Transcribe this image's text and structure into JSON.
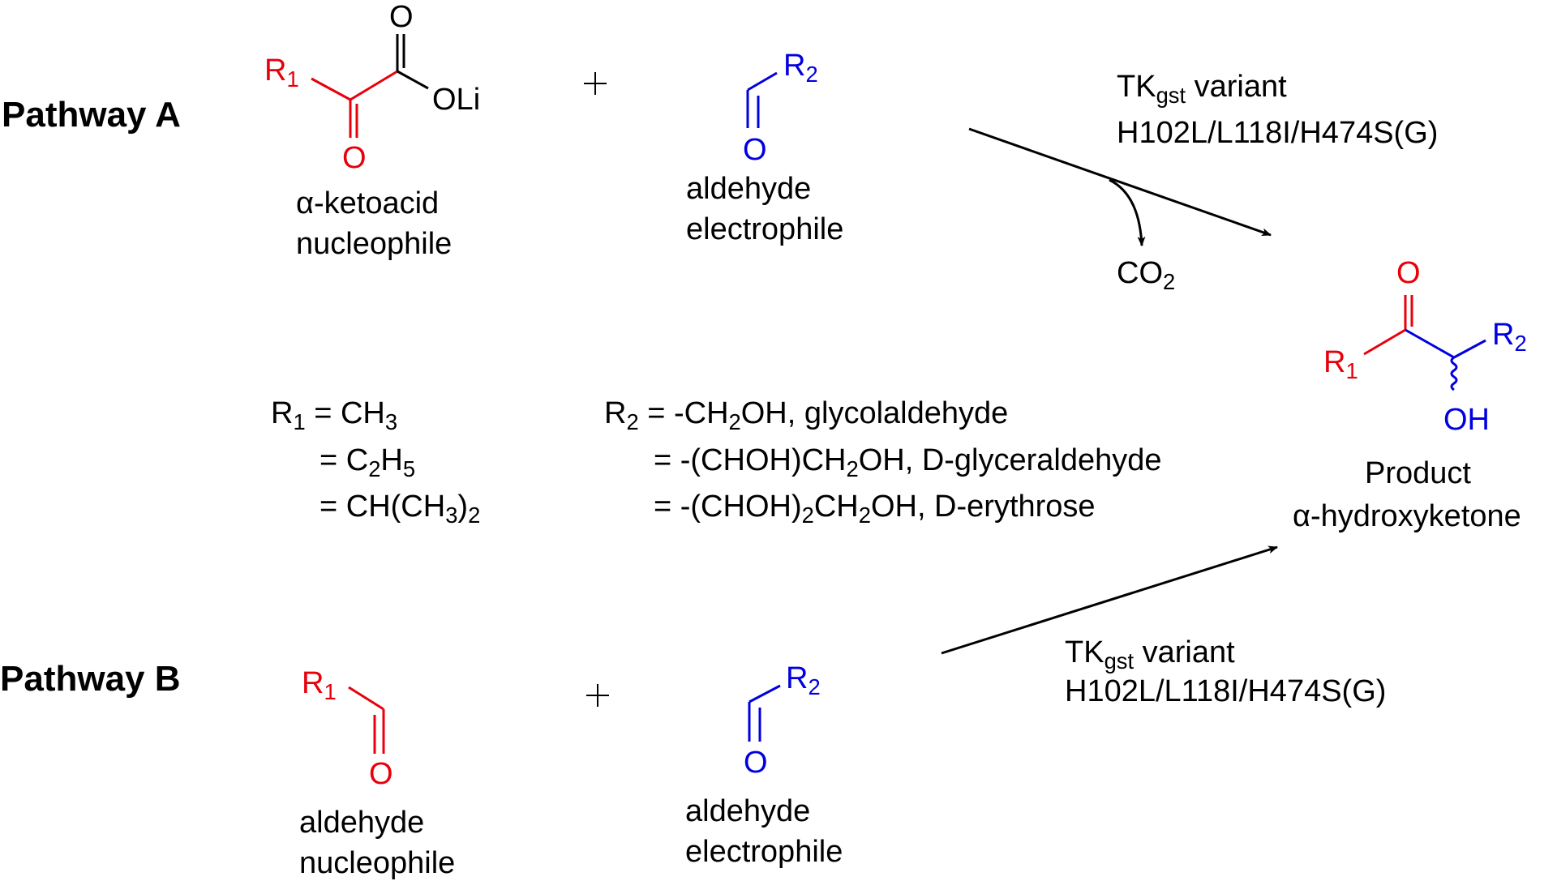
{
  "colors": {
    "nucleophile": "#e8000b",
    "electrophile": "#0000e0",
    "default": "#000000"
  },
  "pathway_a": {
    "label": "Pathway A",
    "nucleophile": {
      "r_group": "R",
      "r_sub": "1",
      "keto_oxygen": "O",
      "acid_oxygen": "O",
      "salt": "OLi",
      "caption_line1": "α-ketoacid",
      "caption_line2": "nucleophile"
    },
    "plus": "+",
    "electrophile": {
      "r_group": "R",
      "r_sub": "2",
      "oxygen": "O",
      "caption_line1": "aldehyde",
      "caption_line2": "electrophile"
    },
    "catalyst": {
      "name": "TK",
      "name_sub": "gst",
      "name_suffix": " variant",
      "mutations": "H102L/L118I/H474S(G)"
    },
    "byproduct": {
      "formula": "CO",
      "sub": "2"
    }
  },
  "substituents": {
    "r1": {
      "label": "R",
      "label_sub": "1",
      "rows": [
        {
          "parts": [
            " = CH",
            "3"
          ]
        },
        {
          "parts": [
            "= C",
            "2",
            "H",
            "5"
          ]
        },
        {
          "parts": [
            "= CH(CH",
            "3",
            ")",
            "2"
          ]
        }
      ]
    },
    "r2": {
      "label": "R",
      "label_sub": "2",
      "rows": [
        {
          "parts": [
            " = -CH",
            "2",
            "OH, glycolaldehyde"
          ]
        },
        {
          "parts": [
            "= -(CHOH)CH",
            "2",
            "OH, D-glyceraldehyde"
          ]
        },
        {
          "parts": [
            "= -(CHOH)",
            "2",
            "CH",
            "2",
            "OH, D-erythrose"
          ]
        }
      ]
    }
  },
  "product": {
    "oxygen": "O",
    "r1": "R",
    "r1_sub": "1",
    "r2": "R",
    "r2_sub": "2",
    "hydroxyl": "OH",
    "caption_line1": "Product",
    "caption_line2": "α-hydroxyketone"
  },
  "pathway_b": {
    "label": "Pathway B",
    "nucleophile": {
      "r_group": "R",
      "r_sub": "1",
      "oxygen": "O",
      "caption_line1": "aldehyde",
      "caption_line2": "nucleophile"
    },
    "plus": "+",
    "electrophile": {
      "r_group": "R",
      "r_sub": "2",
      "oxygen": "O",
      "caption_line1": "aldehyde",
      "caption_line2": "electrophile"
    },
    "catalyst": {
      "name": "TK",
      "name_sub": "gst",
      "name_suffix": " variant",
      "mutations": "H102L/L118I/H474S(G)"
    }
  }
}
